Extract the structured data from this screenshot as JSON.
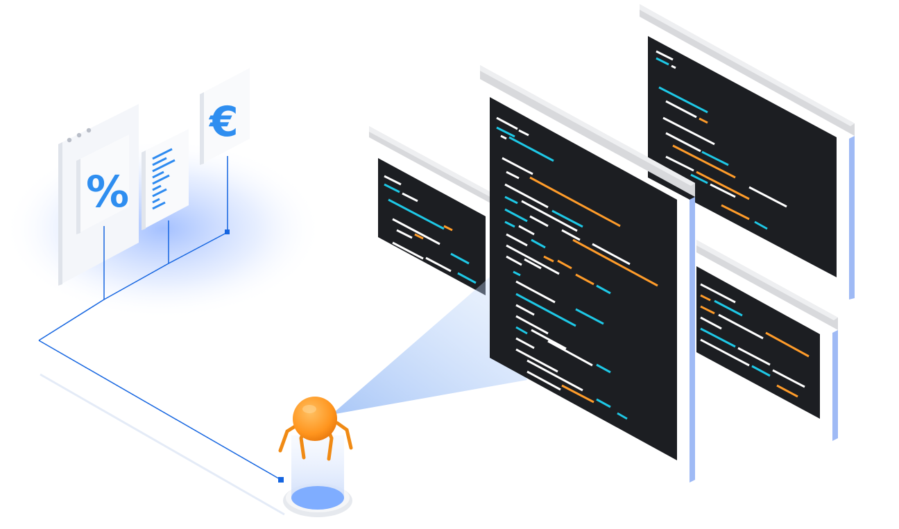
{
  "cards": [
    {
      "id": "percent",
      "glyph": "%"
    },
    {
      "id": "document",
      "glyph": ""
    },
    {
      "id": "euro",
      "glyph": "€"
    }
  ],
  "colors": {
    "accent_blue": "#2e8bf0",
    "line_blue": "#1565e0",
    "code_bg": "#1c1e22",
    "code_white": "#ffffff",
    "code_cyan": "#1ec8e6",
    "code_orange": "#ff9c2a",
    "robot_orange": "#ff9a1f",
    "beam": "#8fb6f5"
  },
  "icons": {
    "card_menu": "ellipsis-icon",
    "robot": "spider-robot-icon"
  }
}
